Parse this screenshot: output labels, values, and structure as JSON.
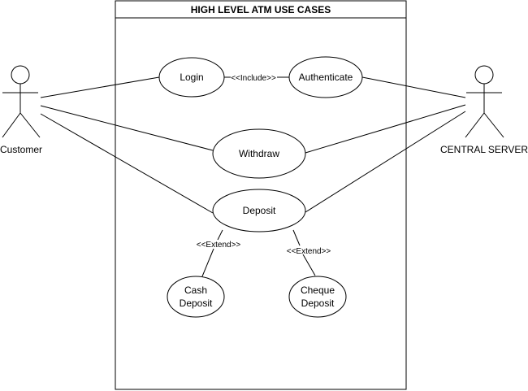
{
  "system": {
    "title": "HIGH LEVEL ATM USE CASES"
  },
  "actors": {
    "customer": "Customer",
    "server": "CENTRAL SERVER"
  },
  "use_cases": {
    "login": "Login",
    "authenticate": "Authenticate",
    "withdraw": "Withdraw",
    "deposit": "Deposit",
    "cash_deposit": [
      "Cash",
      "Deposit"
    ],
    "cheque_deposit": [
      "Cheque",
      "Deposit"
    ]
  },
  "relations": {
    "include": "<<Include>>",
    "extend_cash": "<<Extend>>",
    "extend_cheque": "<<Extend>>"
  }
}
